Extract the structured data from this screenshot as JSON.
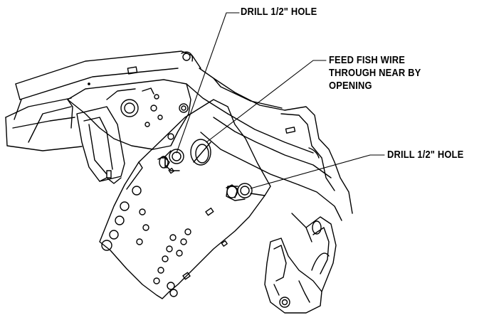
{
  "figure": {
    "callouts": {
      "top_hole": {
        "line1": "DRILL 1/2\" HOLE"
      },
      "fish_wire": {
        "line1": "FEED FISH WIRE",
        "line2": "THROUGH NEAR BY",
        "line3": "OPENING"
      },
      "right_hole": {
        "line1": "DRILL 1/2\" HOLE"
      }
    },
    "colors": {
      "ink": "#000000",
      "paper": "#ffffff"
    }
  }
}
